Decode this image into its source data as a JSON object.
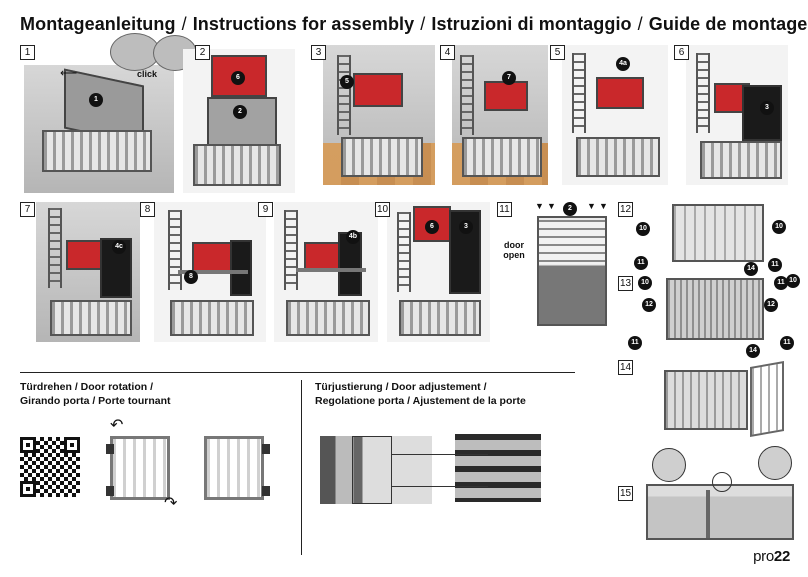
{
  "title": {
    "de": "Montageanleitung",
    "en": "Instructions for assembly",
    "it": "Istruzioni di montaggio",
    "fr": "Guide de montage",
    "separator": "/"
  },
  "steps": [
    {
      "num": "1",
      "badges": [
        "1"
      ],
      "label": "click"
    },
    {
      "num": "2",
      "badges": [
        "6",
        "2"
      ]
    },
    {
      "num": "3",
      "badges": [
        "5"
      ]
    },
    {
      "num": "4",
      "badges": [
        "7"
      ]
    },
    {
      "num": "5",
      "badges": [
        "4a"
      ]
    },
    {
      "num": "6",
      "badges": [
        "3"
      ]
    },
    {
      "num": "7",
      "badges": [
        "4c"
      ]
    },
    {
      "num": "8",
      "badges": [
        "8"
      ]
    },
    {
      "num": "9",
      "badges": [
        "4b"
      ]
    },
    {
      "num": "10",
      "badges": [
        "6",
        "3"
      ]
    },
    {
      "num": "11",
      "badges": [
        "2"
      ],
      "label_line1": "door",
      "label_line2": "open"
    },
    {
      "num": "12",
      "badges": [
        "10",
        "10",
        "11",
        "14",
        "11"
      ]
    },
    {
      "num": "13",
      "badges": [
        "10",
        "12",
        "11",
        "12",
        "11",
        "14",
        "11",
        "10"
      ]
    },
    {
      "num": "14"
    },
    {
      "num": "15"
    }
  ],
  "door_rotation": {
    "line1": "Türdrehen / Door rotation /",
    "line2": "Girando porta / Porte tournant"
  },
  "door_adjustment": {
    "line1": "Türjustierung / Door adjustement /",
    "line2": "Regolatione porta / Ajustement de la porte"
  },
  "logo": {
    "brand": "pro",
    "model": "22"
  },
  "icons": [
    "qr-code",
    "rotate-arrow",
    "magnifier-circle",
    "click-arrow"
  ]
}
